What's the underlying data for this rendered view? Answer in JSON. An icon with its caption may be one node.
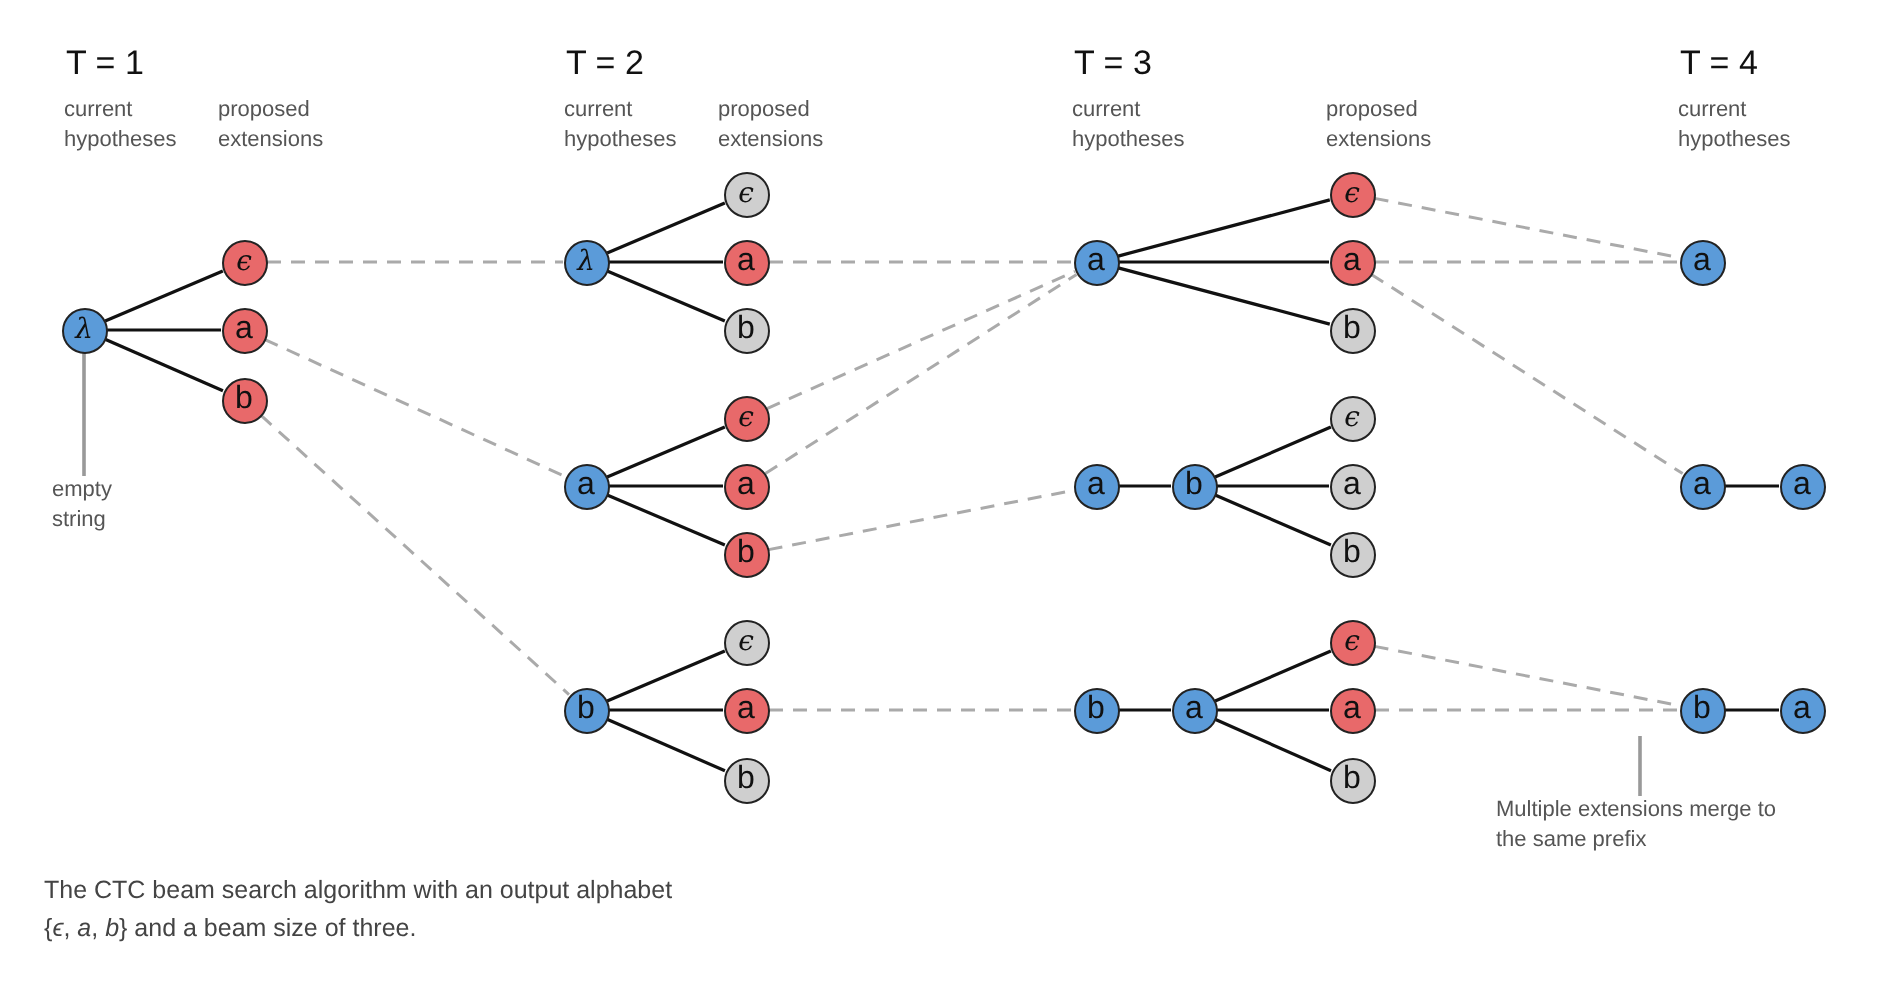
{
  "diagram": {
    "caption": "The CTC beam search algorithm with an output alphabet {*ϵ*, *a*, *b*} and a beam size of three.",
    "nodes": [
      {
        "text": [
          "λ"
        ]
      },
      {
        "text": [
          "ϵ"
        ]
      },
      {
        "text": [
          "a"
        ]
      },
      {
        "text": [
          "b"
        ]
      },
      {
        "text": [
          "λ"
        ]
      },
      {
        "text": [
          "ϵ"
        ]
      },
      {
        "text": [
          "a"
        ]
      },
      {
        "text": [
          "b"
        ]
      },
      {
        "text": [
          "a"
        ]
      },
      {
        "text": [
          "ϵ"
        ]
      },
      {
        "text": [
          "a"
        ]
      },
      {
        "text": [
          "b"
        ]
      },
      {
        "text": [
          "b"
        ]
      },
      {
        "text": [
          "ϵ"
        ]
      },
      {
        "text": [
          "a"
        ]
      },
      {
        "text": [
          "b"
        ]
      },
      {
        "text": [
          "a"
        ]
      },
      {
        "text": [
          "ϵ"
        ]
      },
      {
        "text": [
          "a"
        ]
      },
      {
        "text": [
          "b"
        ]
      },
      {
        "text": [
          "a"
        ]
      },
      {
        "text": [
          "b"
        ]
      },
      {
        "text": [
          "ϵ"
        ]
      },
      {
        "text": [
          "a"
        ]
      },
      {
        "text": [
          "b"
        ]
      },
      {
        "text": [
          "b"
        ]
      },
      {
        "text": [
          "a"
        ]
      },
      {
        "text": [
          "ϵ"
        ]
      },
      {
        "text": [
          "a"
        ]
      },
      {
        "text": [
          "b"
        ]
      },
      {
        "text": [
          "a"
        ]
      },
      {
        "text": [
          "a"
        ]
      },
      {
        "text": [
          "a"
        ]
      },
      {
        "text": [
          "b"
        ]
      },
      {
        "text": [
          "a"
        ]
      },
      {
        "text": [
          "empty string"
        ]
      },
      {
        "text": [
          "Multiple extensions merge to the same prefix"
        ]
      }
    ],
    "edges": [
      {
        "from": 0,
        "to": 1,
        "arrow": "none"
      },
      {
        "from": 0,
        "to": 2,
        "arrow": "none"
      },
      {
        "from": 0,
        "to": 3,
        "arrow": "none"
      },
      {
        "from": 4,
        "to": 5,
        "arrow": "none"
      },
      {
        "from": 4,
        "to": 6,
        "arrow": "none"
      },
      {
        "from": 4,
        "to": 7,
        "arrow": "none"
      },
      {
        "from": 8,
        "to": 9,
        "arrow": "none"
      },
      {
        "from": 8,
        "to": 10,
        "arrow": "none"
      },
      {
        "from": 8,
        "to": 11,
        "arrow": "none"
      },
      {
        "from": 12,
        "to": 13,
        "arrow": "none"
      },
      {
        "from": 12,
        "to": 14,
        "arrow": "none"
      },
      {
        "from": 12,
        "to": 15,
        "arrow": "none"
      },
      {
        "from": 16,
        "to": 17,
        "arrow": "none"
      },
      {
        "from": 16,
        "to": 18,
        "arrow": "none"
      },
      {
        "from": 16,
        "to": 19,
        "arrow": "none"
      },
      {
        "from": 20,
        "to": 21,
        "arrow": "none"
      },
      {
        "from": 21,
        "to": 22,
        "arrow": "none"
      },
      {
        "from": 21,
        "to": 23,
        "arrow": "none"
      },
      {
        "from": 21,
        "to": 24,
        "arrow": "none"
      },
      {
        "from": 25,
        "to": 26,
        "arrow": "none"
      },
      {
        "from": 26,
        "to": 27,
        "arrow": "none"
      },
      {
        "from": 26,
        "to": 28,
        "arrow": "none"
      },
      {
        "from": 26,
        "to": 29,
        "arrow": "none"
      },
      {
        "from": 31,
        "to": 32,
        "arrow": "none"
      },
      {
        "from": 33,
        "to": 34,
        "arrow": "none"
      },
      {
        "from": 1,
        "to": 4,
        "arrow": "none",
        "style": "dashed",
        "color": "#aaaaaa"
      },
      {
        "from": 2,
        "to": 8,
        "arrow": "none",
        "style": "dashed",
        "color": "#aaaaaa"
      },
      {
        "from": 3,
        "to": 12,
        "arrow": "none",
        "style": "dashed",
        "color": "#aaaaaa"
      },
      {
        "from": 6,
        "to": 16,
        "arrow": "none",
        "style": "dashed",
        "color": "#aaaaaa"
      },
      {
        "from": 9,
        "to": 16,
        "arrow": "none",
        "style": "dashed",
        "color": "#aaaaaa"
      },
      {
        "from": 10,
        "to": 16,
        "arrow": "none",
        "style": "dashed",
        "color": "#aaaaaa"
      },
      {
        "from": 11,
        "to": 20,
        "arrow": "none",
        "style": "dashed",
        "color": "#aaaaaa"
      },
      {
        "from": 14,
        "to": 25,
        "arrow": "none",
        "style": "dashed",
        "color": "#aaaaaa"
      },
      {
        "from": 17,
        "to": 30,
        "arrow": "none",
        "style": "dashed",
        "color": "#aaaaaa"
      },
      {
        "from": 18,
        "to": 30,
        "arrow": "none",
        "style": "dashed",
        "color": "#aaaaaa"
      },
      {
        "from": 18,
        "to": 31,
        "arrow": "none",
        "style": "dashed",
        "color": "#aaaaaa"
      },
      {
        "from": 27,
        "to": 33,
        "arrow": "none",
        "style": "dashed",
        "color": "#aaaaaa"
      },
      {
        "from": 28,
        "to": 33,
        "arrow": "none",
        "style": "dashed",
        "color": "#aaaaaa"
      },
      {
        "from": 35,
        "to": 0,
        "arrow": "none",
        "color": "#999999"
      },
      {
        "from": 36,
        "to": null,
        "arrow": "none",
        "color": "#999999"
      }
    ],
    "labels": [
      "T = 1",
      "current hypotheses",
      "proposed extensions",
      "T = 2",
      "current hypotheses",
      "proposed extensions",
      "T = 3",
      "current hypotheses",
      "proposed extensions",
      "T = 4",
      "current hypotheses"
    ]
  }
}
